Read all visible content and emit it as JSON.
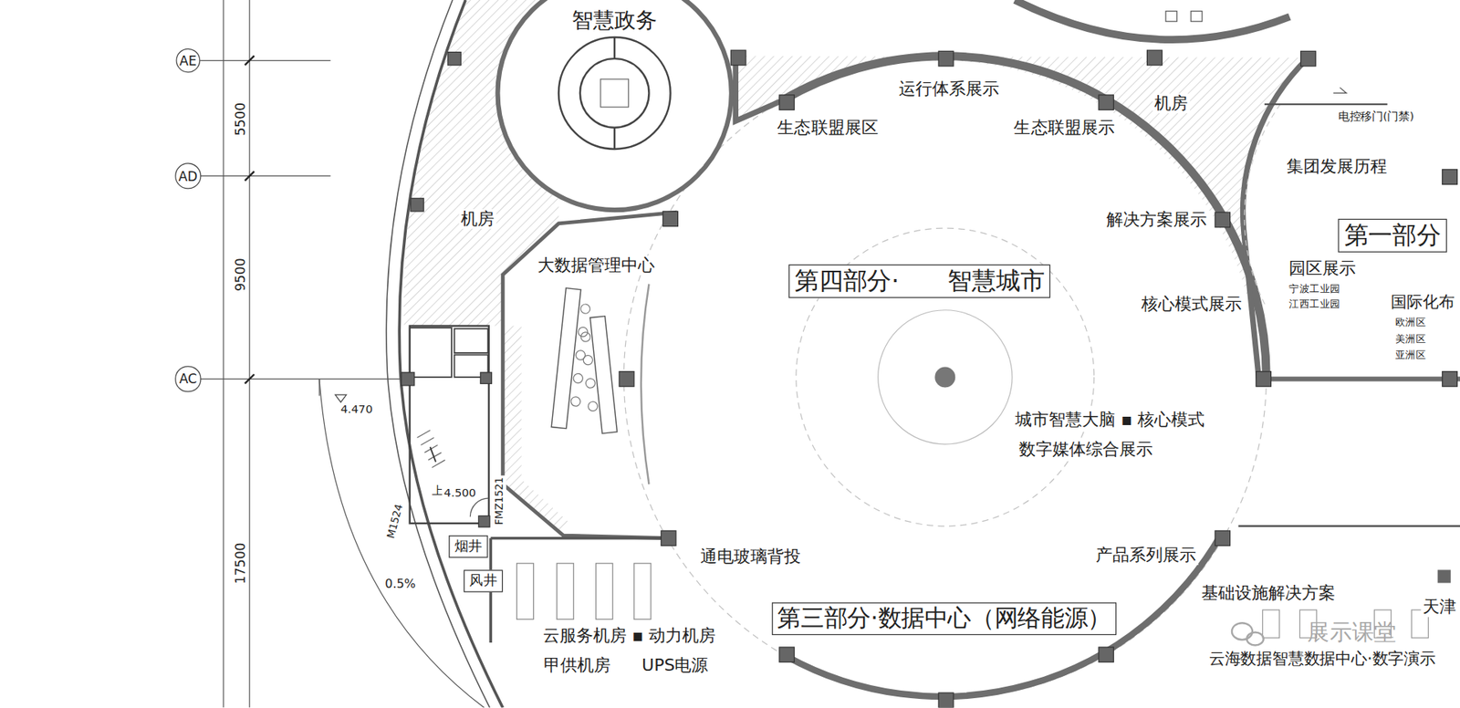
{
  "diagram": {
    "nodes": [
      {
        "text": [
          "AE"
        ]
      },
      {
        "text": [
          "智慧政务"
        ]
      },
      {
        "text": [
          "AD"
        ]
      },
      {
        "text": [
          "第一部分"
        ]
      },
      {
        "text": [
          "第四部分·　　智慧城市"
        ]
      },
      {
        "text": [
          "AC"
        ]
      },
      {
        "text": [
          "烟井"
        ]
      },
      {
        "text": [
          "风井"
        ]
      },
      {
        "text": [
          "第三部分·数据中心（网络能源）"
        ]
      }
    ],
    "labels": [
      "5500",
      "9500",
      "17500",
      "运行体系展示",
      "生态联盟展区",
      "生态联盟展示",
      "机房",
      "电控移门(门禁)",
      "集团发展历程",
      "机房",
      "解决方案展示",
      "大数据管理中心",
      "园区展示",
      "宁波工业园",
      "江西工业园",
      "核心模式展示",
      "国际化布",
      "欧洲区",
      "美洲区",
      "亚洲区",
      "城市智慧大脑 ▪ 核心模式",
      "数字媒体综合展示",
      "4.470",
      "上",
      "4.500",
      "FMZ1521",
      "M1524",
      "0.5%",
      "通电玻璃背投",
      "产品系列展示",
      "基础设施解决方案",
      "天津",
      "云服务机房 ▪ 动力机房",
      "甲供机房",
      "UPS电源",
      "云海数据智慧数据中心·数字演示",
      "展示课堂"
    ]
  }
}
